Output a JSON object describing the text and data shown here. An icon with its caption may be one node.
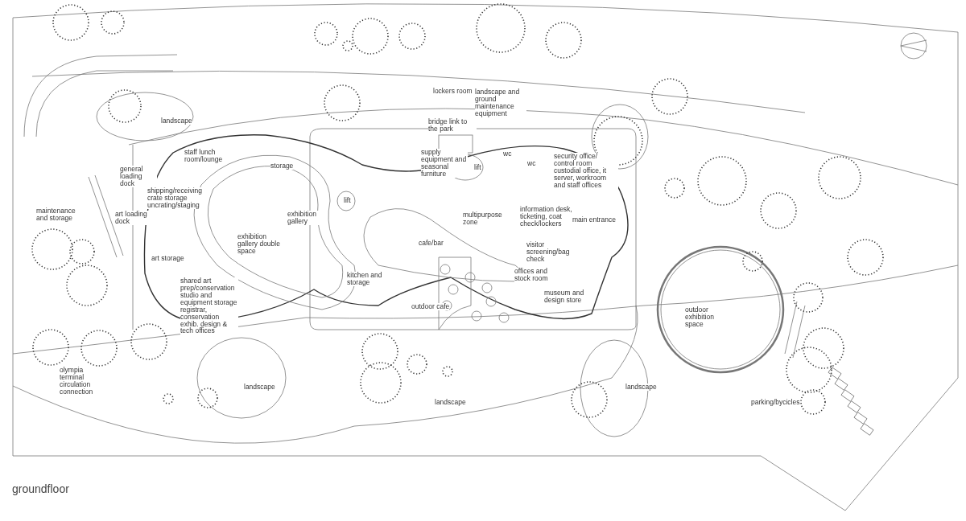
{
  "diagram": {
    "caption": "groundfloor",
    "labels": [
      "lockers room",
      "landscape and ground maintenance equipment",
      "landscape",
      "bridge link to the park",
      "staff lunch room/lounge",
      "supply equipment and seasonal furniture",
      "wc",
      "wc",
      "security office/ control room custodial office, it server, workroom and staff offices",
      "storage",
      "lift",
      "general loading dock",
      "shipping/receiving crate storage uncrating/staging",
      "lift",
      "maintenance and storage",
      "exhibition gallery",
      "multipurpose zone",
      "information desk, ticketing, coat check/lockers",
      "art loading dock",
      "main entrance",
      "exhibition gallery double space",
      "visitor screening/bag check",
      "cafe/bar",
      "art storage",
      "shared art prep/conservation studio and equipment storage registrar, conservation exhib. design & tech offices",
      "kitchen and storage",
      "offices and stock room",
      "museum and design store",
      "outdoor exhibition space",
      "outdoor cafe",
      "olympia terminal circulation connection",
      "landscape",
      "landscape",
      "landscape",
      "parking/bycicles"
    ]
  }
}
